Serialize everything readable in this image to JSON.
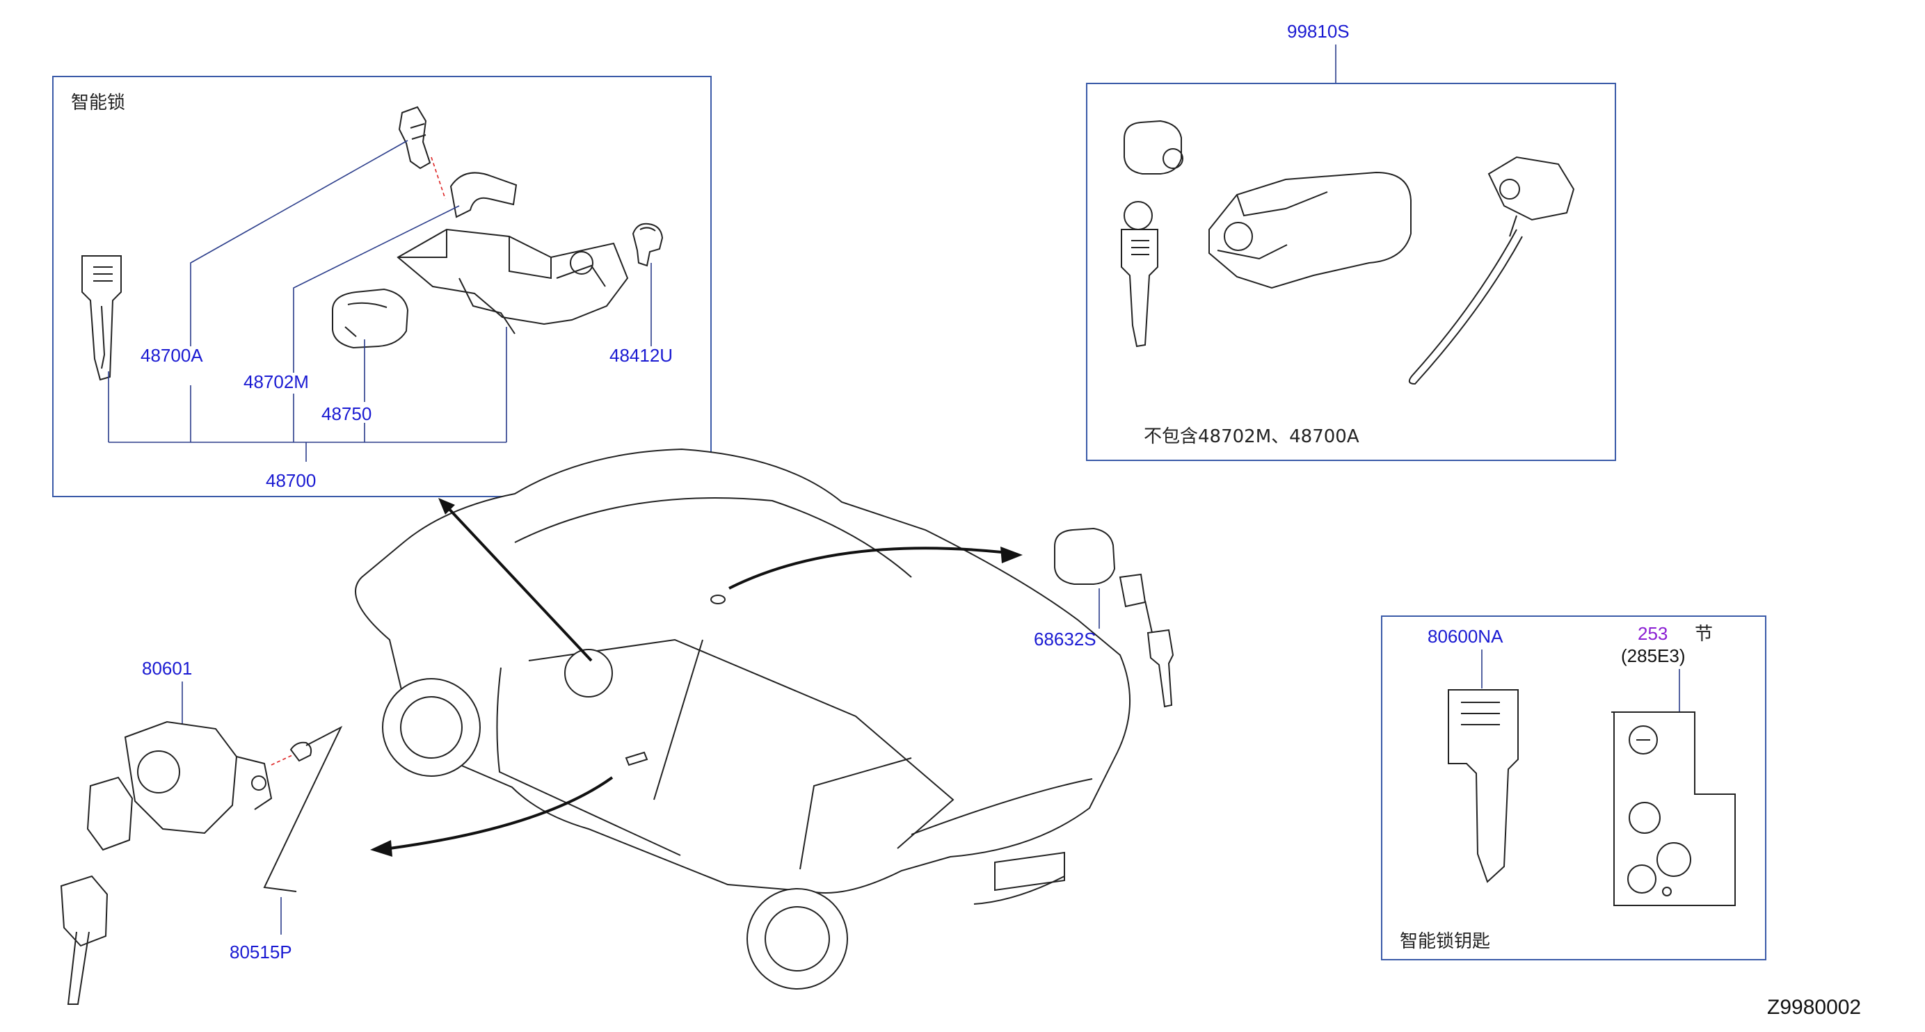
{
  "panels": {
    "smart_lock": {
      "title": "智能锁"
    },
    "kit": {
      "label": "99810S",
      "note": "不包含48702M、48700A"
    },
    "smart_key": {
      "title": "智能锁钥匙"
    }
  },
  "parts": {
    "p48700A": "48700A",
    "p48702M": "48702M",
    "p48750": "48750",
    "p48700": "48700",
    "p48412U": "48412U",
    "p68632S": "68632S",
    "p80601": "80601",
    "p80515P": "80515P",
    "p80600NA": "80600NA",
    "ref_253": "253",
    "ref_section": "节",
    "p285E3": "(285E3)"
  },
  "figure_id": "Z9980002",
  "colors": {
    "part_number": "#1a1ad2",
    "frame": "#3a5aa8",
    "reference": "#8a1ed2",
    "linework": "#222222"
  }
}
